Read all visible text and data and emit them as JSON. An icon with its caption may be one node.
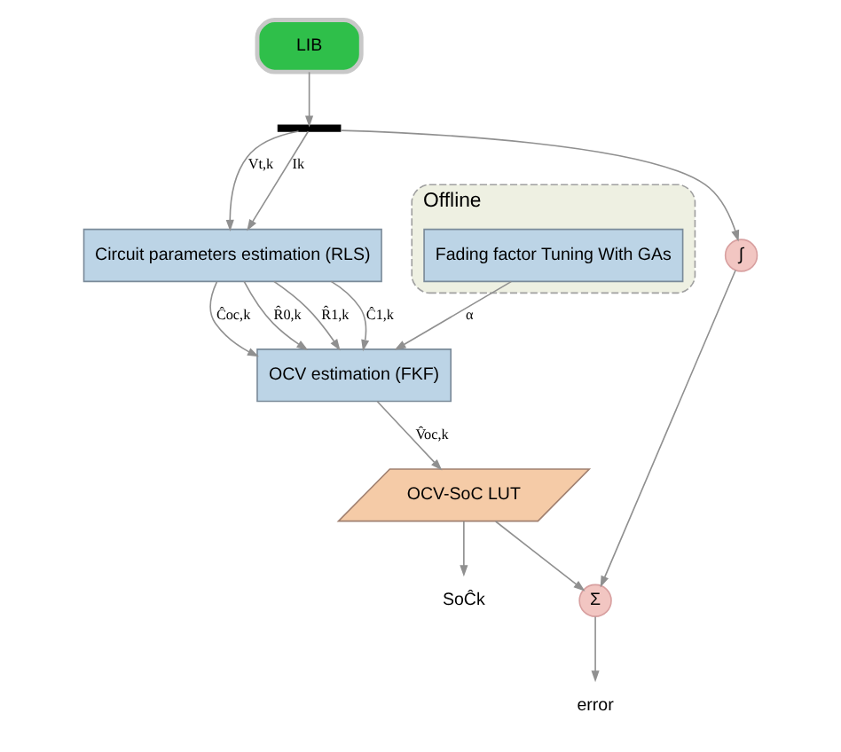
{
  "diagram": {
    "nodes": [
      {
        "text": [
          "LIB"
        ]
      },
      {
        "text": [],
        "shape": "bar"
      },
      {
        "text": [
          "Circuit parameters estimation (RLS)"
        ]
      },
      {
        "text": [
          "OCV estimation (FKF)"
        ]
      },
      {
        "text": [
          "OCV-SoC LUT"
        ]
      },
      {
        "text": [
          "∫"
        ]
      },
      {
        "text": [
          "Σ"
        ]
      },
      {
        "text": [
          "error"
        ]
      },
      {
        "text": [
          "SoĈk"
        ]
      },
      {
        "text": [
          "Offline"
        ]
      },
      {
        "text": [
          "Fading factor Tuning With GAs"
        ],
        "in": 9
      }
    ],
    "edges": [
      {
        "from": 0,
        "to": 1,
        "arrow": "to"
      },
      {
        "from": 1,
        "to": 2,
        "label": "Ik",
        "arrow": "to"
      },
      {
        "from": 1,
        "to": 5,
        "arrow": "to"
      },
      {
        "from": 1,
        "to": 2,
        "label": "Vt,k",
        "arrow": "to"
      },
      {
        "from": 5,
        "to": 6,
        "arrow": "to"
      },
      {
        "from": 6,
        "to": 7,
        "arrow": "to"
      },
      {
        "from": 2,
        "to": 3,
        "label": "R̂0,k",
        "arrow": "to"
      },
      {
        "from": 2,
        "to": 3,
        "label": "R̂1,k",
        "arrow": "to"
      },
      {
        "from": 2,
        "to": 3,
        "label": "Ĉ1,k",
        "arrow": "to"
      },
      {
        "from": 2,
        "to": 3,
        "label": "Ĉoc,k",
        "arrow": "to"
      },
      {
        "from": 3,
        "to": 4,
        "label": "V̂oc,k",
        "arrow": "to"
      },
      {
        "from": 4,
        "to": 8,
        "arrow": "to"
      },
      {
        "from": 4,
        "to": 6,
        "arrow": "to"
      },
      {
        "from": 10,
        "to": 3,
        "label": "α",
        "arrow": "to"
      }
    ]
  }
}
